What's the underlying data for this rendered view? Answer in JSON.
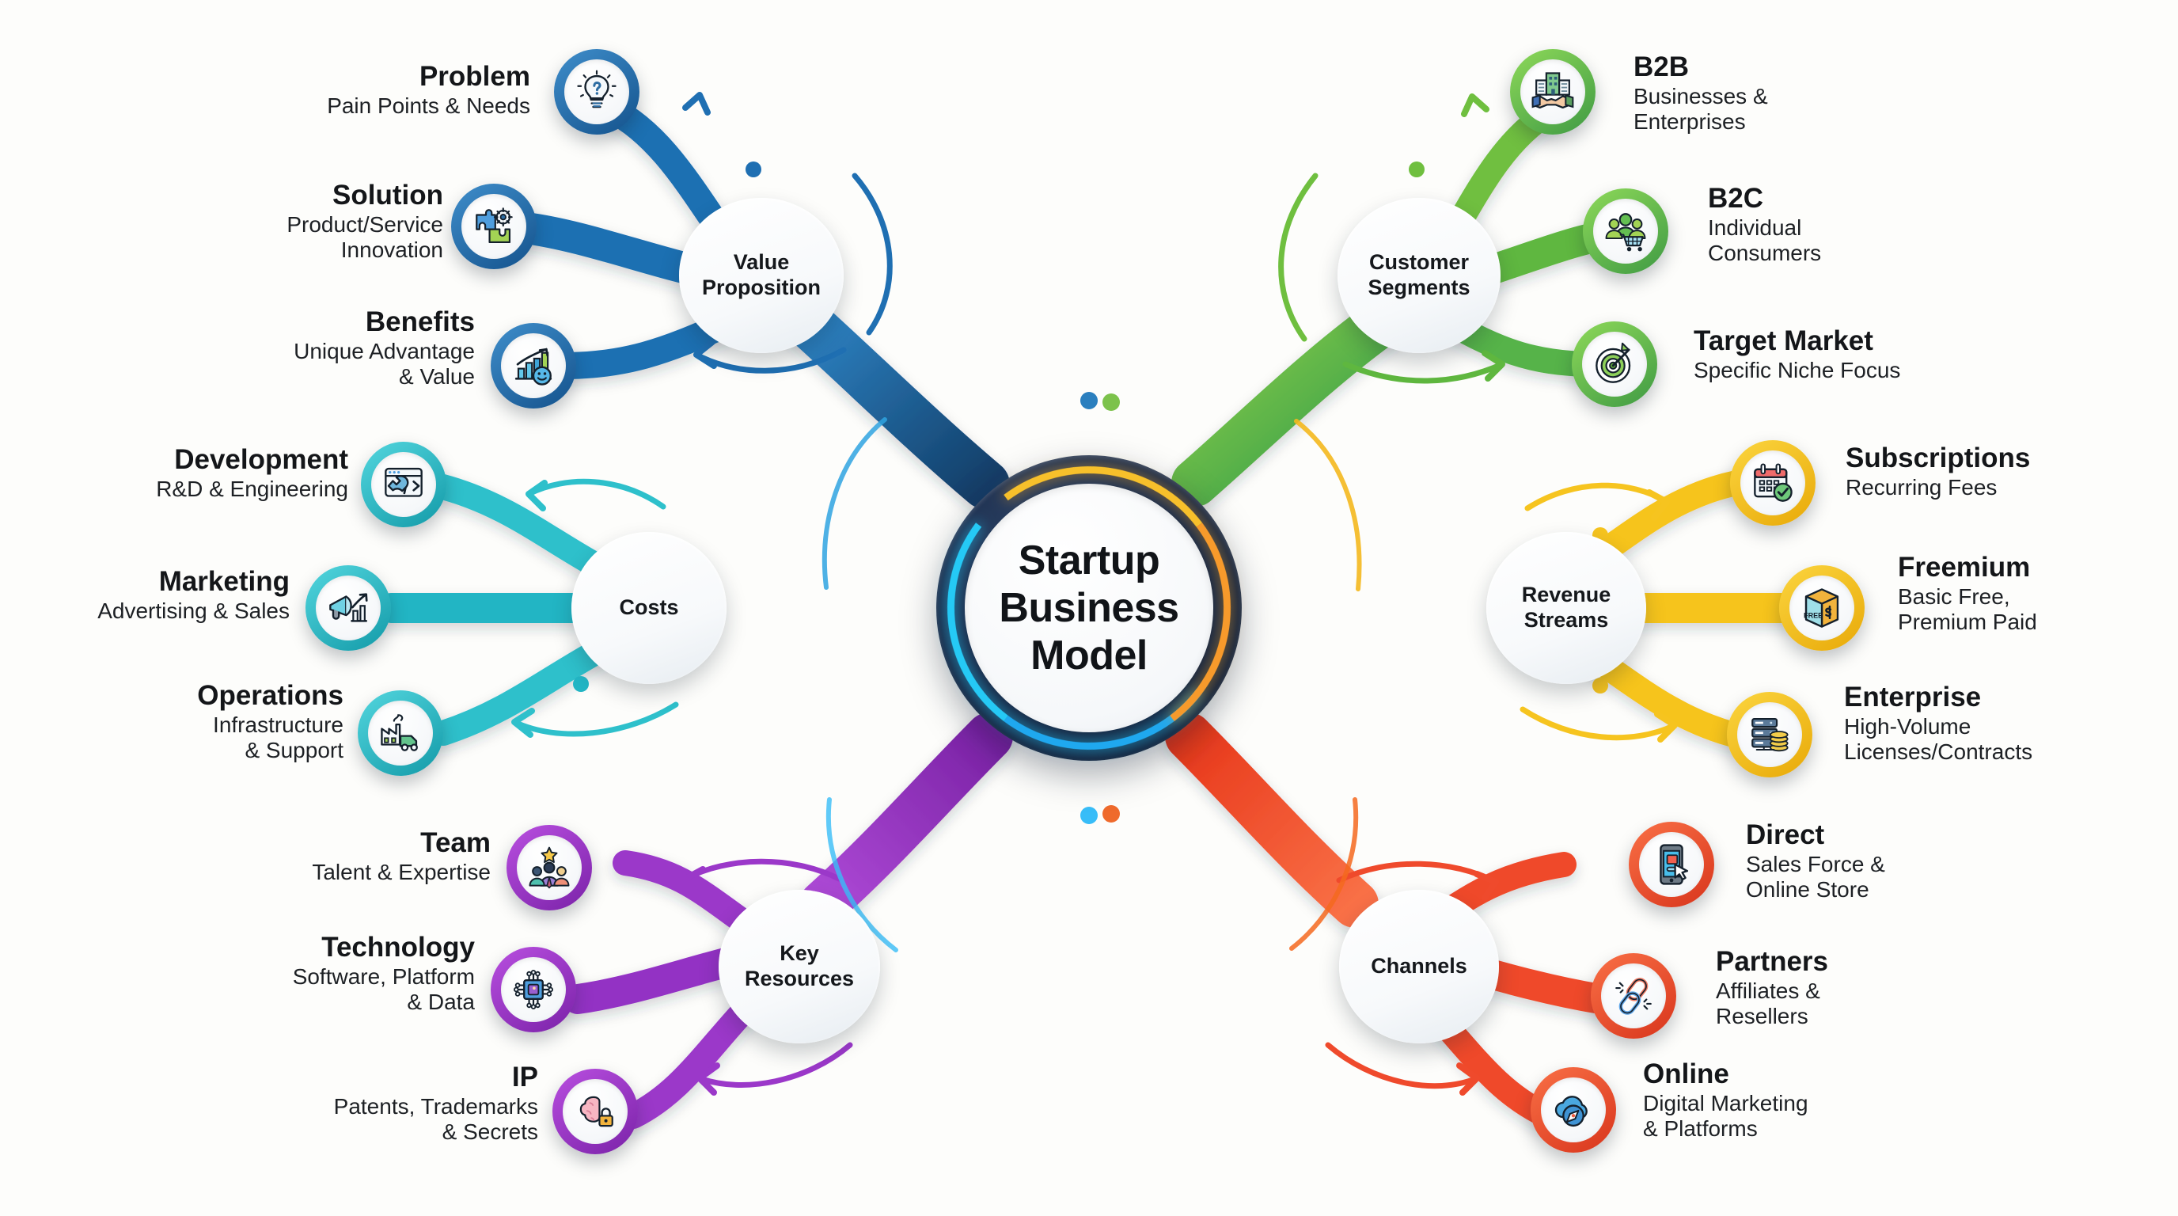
{
  "center": {
    "title_lines": [
      "Startup",
      "Business",
      "Model"
    ],
    "title": "Startup Business Model",
    "ring_color_cool": "#25c9f5",
    "ring_color_warm": "#f79a2b",
    "core_color": "#16274180"
  },
  "background_color": "#fdfdfb",
  "branches": [
    {
      "id": "value-proposition",
      "hub_label": "Value Proposition",
      "color": "#1f6fb2",
      "color_dark": "#14528c",
      "side": "left",
      "leaves": [
        {
          "id": "problem",
          "title": "Problem",
          "subtitle": "Pain Points & Needs",
          "icon": "lightbulb-question-icon"
        },
        {
          "id": "solution",
          "title": "Solution",
          "subtitle": "Product/Service\nInnovation",
          "icon": "puzzle-gear-icon"
        },
        {
          "id": "benefits",
          "title": "Benefits",
          "subtitle": "Unique Advantage\n& Value",
          "icon": "growth-chart-smiley-icon"
        }
      ]
    },
    {
      "id": "costs",
      "hub_label": "Costs",
      "color": "#23b5c4",
      "color_dark": "#19929f",
      "side": "left",
      "leaves": [
        {
          "id": "development",
          "title": "Development",
          "subtitle": "R&D & Engineering",
          "icon": "code-wrench-icon"
        },
        {
          "id": "marketing",
          "title": "Marketing",
          "subtitle": "Advertising & Sales",
          "icon": "megaphone-chart-icon"
        },
        {
          "id": "operations",
          "title": "Operations",
          "subtitle": "Infrastructure\n& Support",
          "icon": "factory-truck-icon"
        }
      ]
    },
    {
      "id": "key-resources",
      "hub_label": "Key Resources",
      "color": "#9333c4",
      "color_dark": "#7a22a8",
      "side": "left",
      "leaves": [
        {
          "id": "team",
          "title": "Team",
          "subtitle": "Talent & Expertise",
          "icon": "team-star-icon"
        },
        {
          "id": "technology",
          "title": "Technology",
          "subtitle": "Software, Platform\n& Data",
          "icon": "microchip-icon"
        },
        {
          "id": "ip",
          "title": "IP",
          "subtitle": "Patents, Trademarks\n& Secrets",
          "icon": "brain-lock-icon"
        }
      ]
    },
    {
      "id": "customer-segments",
      "hub_label": "Customer Segments",
      "color": "#6fbf3f",
      "color_dark": "#3f9a44",
      "side": "right",
      "leaves": [
        {
          "id": "b2b",
          "title": "B2B",
          "subtitle": "Businesses &\nEnterprises",
          "icon": "handshake-building-icon"
        },
        {
          "id": "b2c",
          "title": "B2C",
          "subtitle": "Individual\nConsumers",
          "icon": "people-cart-icon"
        },
        {
          "id": "target-market",
          "title": "Target Market",
          "subtitle": "Specific Niche Focus",
          "icon": "target-arrow-icon"
        }
      ]
    },
    {
      "id": "revenue-streams",
      "hub_label": "Revenue Streams",
      "color": "#f6c41f",
      "color_dark": "#e8a908",
      "side": "right",
      "leaves": [
        {
          "id": "subscriptions",
          "title": "Subscriptions",
          "subtitle": "Recurring Fees",
          "icon": "calendar-check-icon"
        },
        {
          "id": "freemium",
          "title": "Freemium",
          "subtitle": "Basic Free,\nPremium Paid",
          "icon": "free-box-dollar-icon"
        },
        {
          "id": "enterprise",
          "title": "Enterprise",
          "subtitle": "High-Volume\nLicenses/Contracts",
          "icon": "server-coins-icon"
        }
      ]
    },
    {
      "id": "channels",
      "hub_label": "Channels",
      "color": "#ef4a2c",
      "color_dark": "#d8351c",
      "side": "right",
      "leaves": [
        {
          "id": "direct",
          "title": "Direct",
          "subtitle": "Sales Force &\nOnline Store",
          "icon": "mobile-cursor-icon"
        },
        {
          "id": "partners",
          "title": "Partners",
          "subtitle": "Affiliates &\nResellers",
          "icon": "chain-link-icon"
        },
        {
          "id": "online",
          "title": "Online",
          "subtitle": "Digital Marketing\n& Platforms",
          "icon": "cloud-compass-icon"
        }
      ]
    }
  ]
}
